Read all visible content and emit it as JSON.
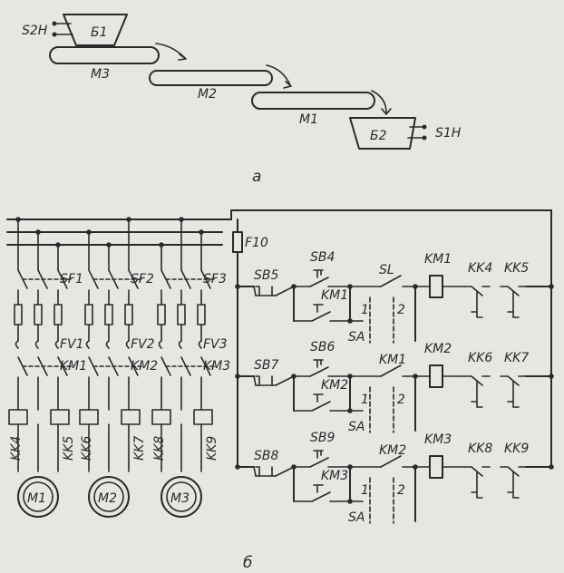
{
  "conveyor": {
    "bunker_top": "Б1",
    "bunker_bottom": "Б2",
    "sensor_top": "S2H",
    "sensor_bottom": "S1H",
    "belts": [
      "M3",
      "M2",
      "M1"
    ]
  },
  "captions": {
    "a": "а",
    "b": "б"
  },
  "power": {
    "fuse_main": "F10",
    "breakers": [
      "SF1",
      "SF2",
      "SF3"
    ],
    "fuses": [
      "FV1",
      "FV2",
      "FV3"
    ],
    "contactors": [
      "KM1",
      "KM2",
      "KM3"
    ],
    "thermal": [
      "KK4",
      "KK5",
      "KK6",
      "KK7",
      "KK8",
      "KK9"
    ],
    "motors": [
      "M1",
      "M2",
      "M3"
    ]
  },
  "control_rows": [
    {
      "stop": "SB5",
      "start": "SB4",
      "hold": "KM1",
      "interlock": "SL",
      "coil": "KM1",
      "relays": [
        "KK4",
        "KK5"
      ],
      "switch": "SA",
      "pos1": "1",
      "pos2": "2"
    },
    {
      "stop": "SB7",
      "start": "SB6",
      "hold": "KM2",
      "interlock": "KM1",
      "coil": "KM2",
      "relays": [
        "KK6",
        "KK7"
      ],
      "switch": "SA",
      "pos1": "1",
      "pos2": "2"
    },
    {
      "stop": "SB8",
      "start": "SB9",
      "hold": "KM3",
      "interlock": "KM2",
      "coil": "KM3",
      "relays": [
        "KK8",
        "KK9"
      ],
      "switch": "SA",
      "pos1": "1",
      "pos2": "2"
    }
  ]
}
